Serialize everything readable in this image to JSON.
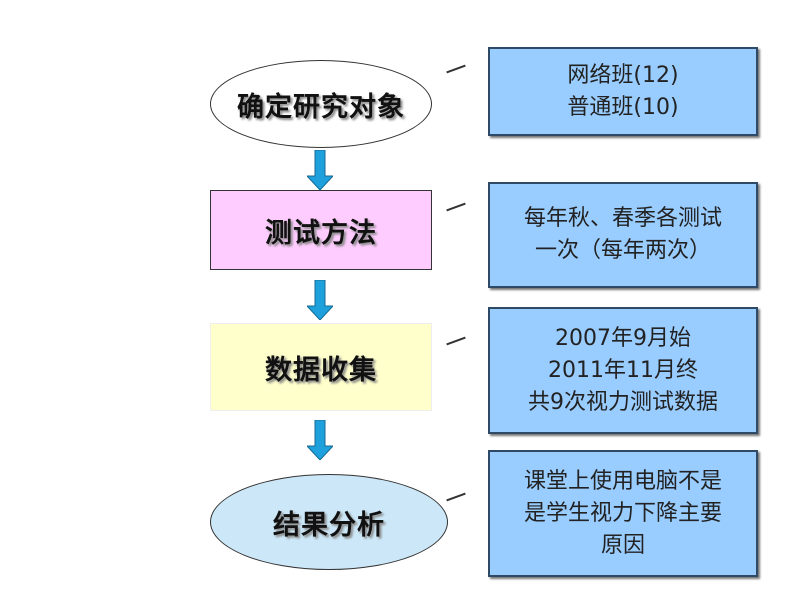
{
  "steps": [
    {
      "label": "确定研究对象",
      "lines": [
        "网络班(12)",
        "普通班(10)"
      ]
    },
    {
      "label": "测试方法",
      "lines": [
        "每年秋、春季各测试",
        "一次（每年两次）"
      ]
    },
    {
      "label": "数据收集",
      "lines": [
        "2007年9月始",
        "2011年11月终",
        "共9次视力测试数据"
      ]
    },
    {
      "label": "结果分析",
      "lines": [
        "课堂上使用电脑不是",
        "是学生视力下降主要",
        "原因"
      ]
    }
  ],
  "colors": {
    "box": "#99ccff",
    "pink": "#ffccff",
    "yellow": "#ffffcc",
    "ellipse2": "#cce8f8",
    "arrow": "#1ea0dc"
  }
}
